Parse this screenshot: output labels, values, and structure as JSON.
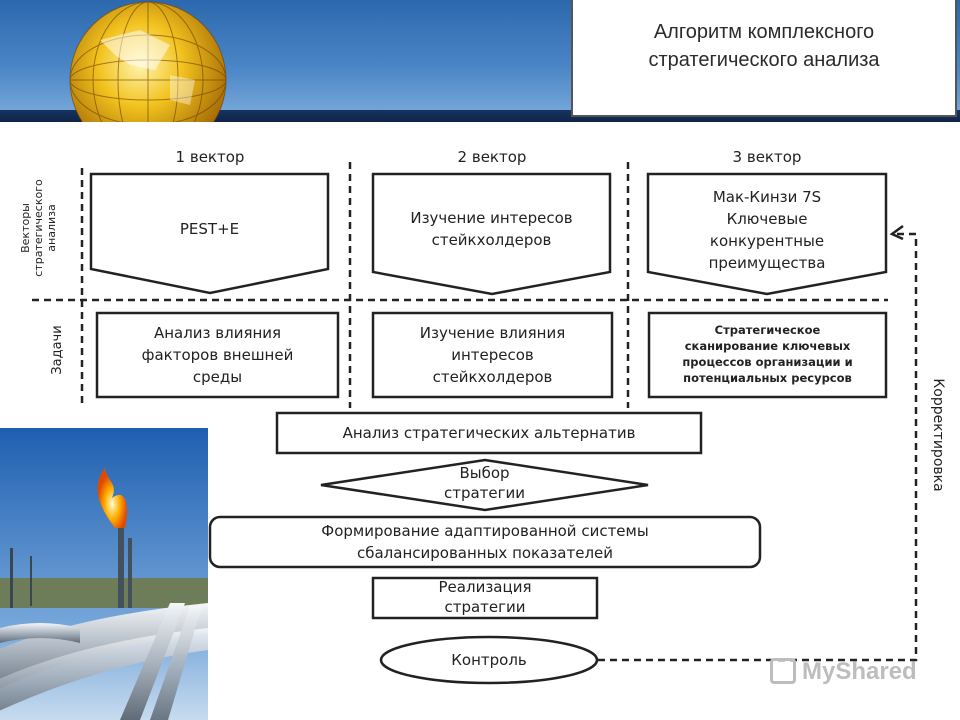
{
  "title": {
    "line1": "Алгоритм комплексного",
    "line2": "стратегического анализа"
  },
  "side_labels": {
    "vectors_line1": "Векторы",
    "vectors_line2": "стратегического",
    "vectors_line3": "анализа",
    "tasks": "Задачи"
  },
  "vectors": [
    {
      "header": "1 вектор",
      "top_lines": [
        "PEST+E"
      ],
      "task_lines": [
        "Анализ влияния",
        "факторов внешней",
        "среды"
      ]
    },
    {
      "header": "2 вектор",
      "top_lines": [
        "Изучение интересов",
        "стейкхолдеров"
      ],
      "task_lines": [
        "Изучение влияния",
        "интересов",
        "стейкхолдеров"
      ]
    },
    {
      "header": "3 вектор",
      "top_lines": [
        "Мак-Кинзи 7S",
        "Ключевые",
        "конкурентные",
        "преимущества"
      ],
      "task_lines": [
        "Стратегическое",
        "сканирование ключевых",
        "процессов организации и",
        "потенциальных ресурсов"
      ]
    }
  ],
  "flow": {
    "alternatives": "Анализ стратегических альтернатив",
    "choice_line1": "Выбор",
    "choice_line2": "стратегии",
    "bsc_line1": "Формирование адаптированной системы",
    "bsc_line2": "сбалансированных показателей",
    "impl_line1": "Реализация",
    "impl_line2": "стратегии",
    "control": "Контроль"
  },
  "correction_label": "Корректировка",
  "watermark": "MyShared",
  "colors": {
    "header_blue": "#2c68ad",
    "header_dark": "#17335f",
    "line": "#222222"
  }
}
